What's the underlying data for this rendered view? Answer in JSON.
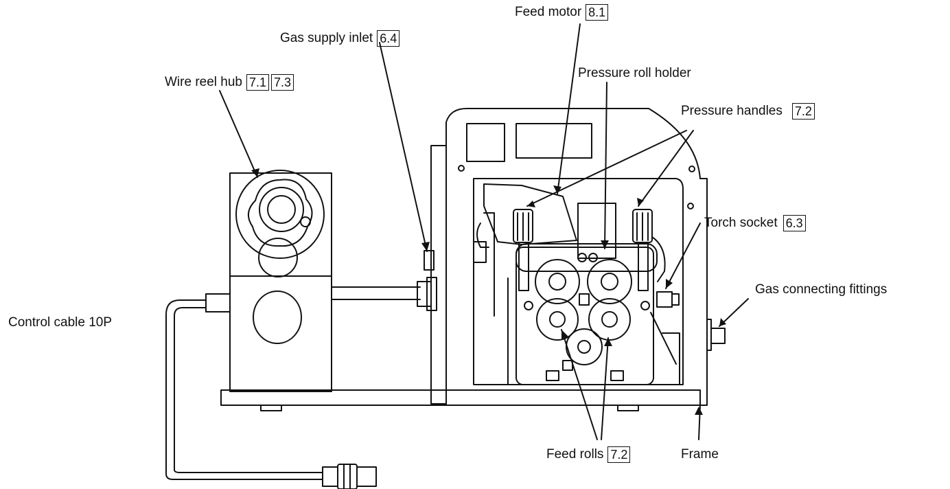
{
  "labels": {
    "feed_motor": {
      "text": "Feed motor",
      "refs": [
        "8.1"
      ]
    },
    "gas_supply_inlet": {
      "text": "Gas supply inlet",
      "refs": [
        "6.4"
      ]
    },
    "wire_reel_hub": {
      "text": "Wire reel hub",
      "refs": [
        "7.1",
        "7.3"
      ]
    },
    "pressure_roll_holder": {
      "text": "Pressure roll holder",
      "refs": []
    },
    "pressure_handles": {
      "text": "Pressure handles",
      "refs": [
        "7.2"
      ]
    },
    "torch_socket": {
      "text": "Torch socket",
      "refs": [
        "6.3"
      ]
    },
    "gas_connecting_fittings": {
      "text": "Gas connecting fittings",
      "refs": []
    },
    "control_cable": {
      "text": "Control cable 10P",
      "refs": []
    },
    "feed_rolls": {
      "text": "Feed rolls",
      "refs": [
        "7.2"
      ]
    },
    "frame": {
      "text": "Frame",
      "refs": []
    }
  },
  "colors": {
    "line": "#111111",
    "panel": "#ffffff"
  }
}
